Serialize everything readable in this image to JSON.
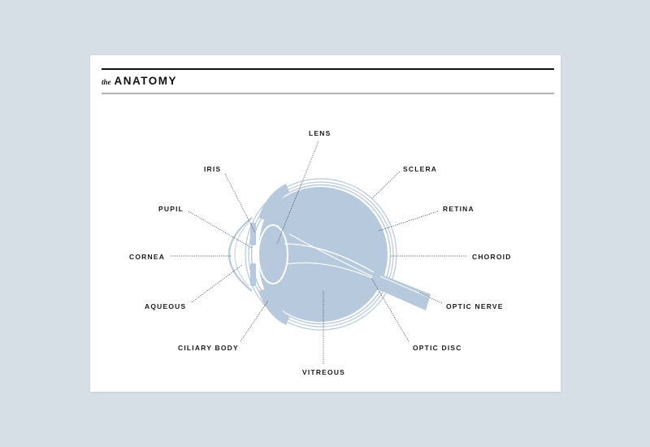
{
  "header": {
    "prefix": "the",
    "title": "ANATOMY"
  },
  "labels": {
    "lens": "LENS",
    "iris": "IRIS",
    "sclera": "SCLERA",
    "pupil": "PUPIL",
    "retina": "RETINA",
    "cornea": "CORNEA",
    "choroid": "CHOROID",
    "aqueous": "AQUEOUS",
    "optic_nerve": "OPTIC NERVE",
    "ciliary_body": "CILIARY BODY",
    "optic_disc": "OPTIC DISC",
    "vitreous": "VITREOUS"
  },
  "colors": {
    "background": "#d6dfe6",
    "card": "#ffffff",
    "eye_fill": "#b6c9dd",
    "eye_stroke": "#a9bed3",
    "leader": "#333333",
    "text": "#1a1a1a"
  }
}
